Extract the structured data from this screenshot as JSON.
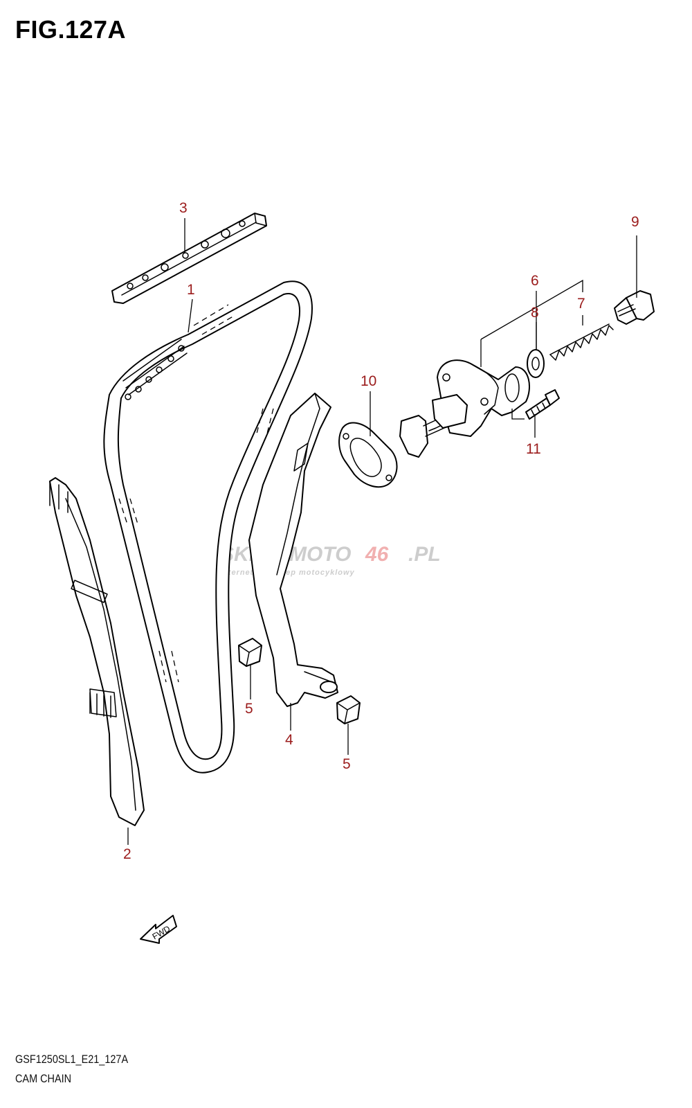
{
  "figure": {
    "title": "FIG.127A",
    "model_code": "GSF1250SL1_E21_127A",
    "section_name": "CAM CHAIN"
  },
  "callouts": {
    "c1": "1",
    "c2": "2",
    "c3": "3",
    "c4": "4",
    "c5a": "5",
    "c5b": "5",
    "c6": "6",
    "c7": "7",
    "c8": "8",
    "c9": "9",
    "c10": "10",
    "c11": "11"
  },
  "fwd_label": "FWD",
  "watermark": {
    "brand_a": "SKLEPMOTO",
    "brand_b": "46",
    "brand_c": ".PL",
    "tagline": "internetowy sklep motocyklowy"
  },
  "colors": {
    "callout": "#9b1c1c",
    "watermark_gray": "#c8c8c8",
    "watermark_red": "#f0a8a8"
  }
}
